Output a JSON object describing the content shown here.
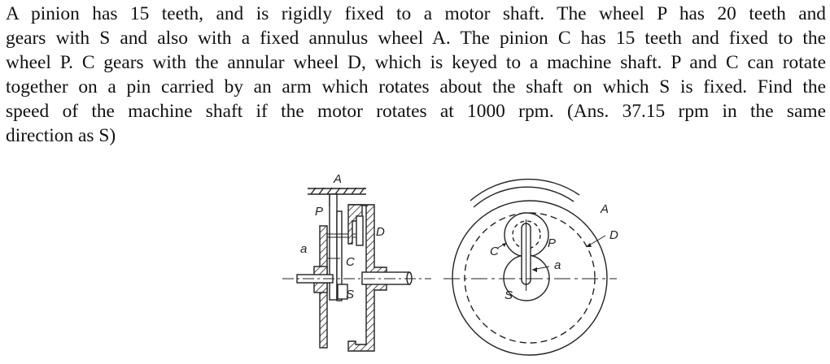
{
  "problem": {
    "lines": [
      "A pinion has 15 teeth, and is rigidly fixed to a motor shaft. The wheel P has 20 teeth and",
      "gears with S and also with a fixed annulus wheel A. The pinion C has 15 teeth and fixed to the",
      "wheel P. C gears with the annular wheel D, which is keyed to a machine shaft. P and C can rotate",
      "together on a pin carried by an arm which rotates about the shaft on which S is fixed. Find the",
      "speed of the machine shaft if the motor rotates at 1000 rpm. (Ans. 37.15 rpm in the same",
      "direction as S)"
    ],
    "given": {
      "pinion_S_teeth": 15,
      "wheel_P_teeth": 20,
      "pinion_C_teeth": 15,
      "motor_speed_rpm": 1000,
      "answer_rpm": 37.15,
      "answer_direction": "same direction as S"
    }
  },
  "figure": {
    "section_view_labels": {
      "A": "A",
      "P": "P",
      "D": "D",
      "a": "a",
      "C": "C",
      "S": "S"
    },
    "end_view_labels": {
      "A": "A",
      "D": "D",
      "C": "C",
      "P": "P",
      "a": "a",
      "S": "S"
    }
  }
}
